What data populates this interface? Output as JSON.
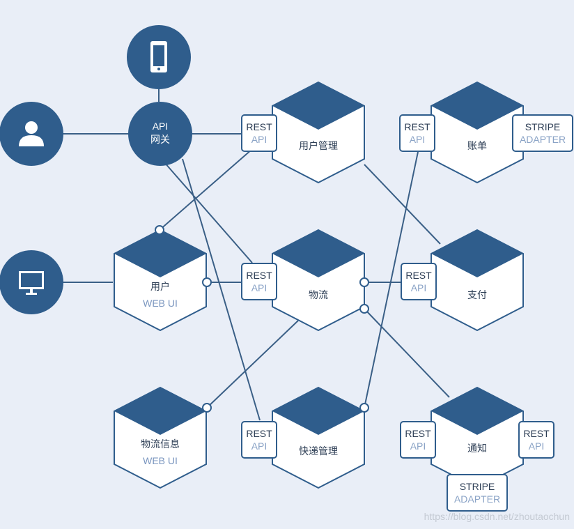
{
  "colors": {
    "primary": "#2f5d8c",
    "line": "#3a5f86",
    "hex_fill": "#ffffff",
    "background": "#e9eef7"
  },
  "nodes": {
    "api_gateway": {
      "line1": "API",
      "line2": "网关"
    },
    "mobile_client": {
      "icon": "smartphone-icon"
    },
    "user_client": {
      "icon": "user-icon"
    },
    "desktop_client": {
      "icon": "monitor-icon"
    }
  },
  "services": {
    "user_management": {
      "label": "用户管理"
    },
    "billing": {
      "label": "账单"
    },
    "user_web_ui": {
      "label": "用户",
      "sub": "WEB UI"
    },
    "logistics": {
      "label": "物流"
    },
    "payment": {
      "label": "支付"
    },
    "logistics_info_web_ui": {
      "label": "物流信息",
      "sub": "WEB UI"
    },
    "express_management": {
      "label": "快递管理"
    },
    "notification": {
      "label": "通知"
    }
  },
  "tags": {
    "rest": {
      "top": "REST",
      "bottom": "API"
    },
    "stripe": {
      "top": "STRIPE",
      "bottom": "ADAPTER"
    }
  },
  "watermark": "https://blog.csdn.net/zhoutaochun"
}
